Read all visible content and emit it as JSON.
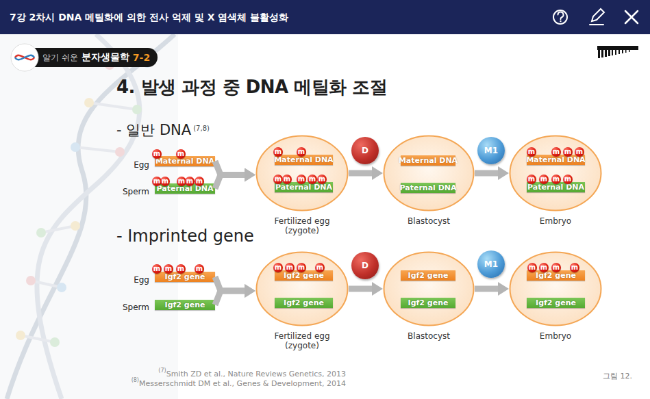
{
  "diagram": {
    "title": "4. 발생 과정 중 DNA 메틸화 조절",
    "nodes": [
      {
        "text": [
          "알기 쉬운",
          "분자생물학",
          "7-2"
        ]
      },
      {
        "text": [
          "Maternal DNA"
        ]
      },
      {
        "text": [
          "m"
        ]
      },
      {
        "text": [
          "m"
        ]
      },
      {
        "text": [
          "Paternal DNA"
        ]
      },
      {
        "text": [
          "m"
        ]
      },
      {
        "text": [
          "m"
        ]
      },
      {
        "text": [
          "m"
        ]
      },
      {
        "text": [
          "m"
        ]
      },
      {
        "text": [
          "m"
        ]
      },
      {
        "text": [
          "Fertilized egg (zygote)"
        ]
      },
      {
        "text": [
          "Maternal DNA"
        ],
        "in": 10
      },
      {
        "text": [
          "m"
        ],
        "in": 10
      },
      {
        "text": [
          "m"
        ],
        "in": 10
      },
      {
        "text": [
          "Paternal DNA"
        ],
        "in": 10
      },
      {
        "text": [
          "m"
        ],
        "in": 10
      },
      {
        "text": [
          "m"
        ],
        "in": 10
      },
      {
        "text": [
          "m"
        ],
        "in": 10
      },
      {
        "text": [
          "m"
        ],
        "in": 10
      },
      {
        "text": [
          "m"
        ],
        "in": 10
      },
      {
        "text": [
          "D"
        ]
      },
      {
        "text": [
          "Blastocyst"
        ]
      },
      {
        "text": [
          "Maternal DNA"
        ],
        "in": 21
      },
      {
        "text": [
          "Paternal DNA"
        ],
        "in": 21
      },
      {
        "text": [
          "M1"
        ]
      },
      {
        "text": [
          "Embryo"
        ]
      },
      {
        "text": [
          "Maternal DNA"
        ],
        "in": 25
      },
      {
        "text": [
          "m"
        ],
        "in": 25
      },
      {
        "text": [
          "m"
        ],
        "in": 25
      },
      {
        "text": [
          "m"
        ],
        "in": 25
      },
      {
        "text": [
          "m"
        ],
        "in": 25
      },
      {
        "text": [
          "Paternal DNA"
        ],
        "in": 25
      },
      {
        "text": [
          "m"
        ],
        "in": 25
      },
      {
        "text": [
          "m"
        ],
        "in": 25
      },
      {
        "text": [
          "m"
        ],
        "in": 25
      },
      {
        "text": [
          "m"
        ],
        "in": 25
      },
      {
        "text": [
          "Igf2 gene"
        ]
      },
      {
        "text": [
          "m"
        ]
      },
      {
        "text": [
          "m"
        ]
      },
      {
        "text": [
          "m"
        ]
      },
      {
        "text": [
          "m"
        ]
      },
      {
        "text": [
          "Igf2 gene"
        ]
      },
      {
        "text": [
          "Fertilized egg (zygote)"
        ]
      },
      {
        "text": [
          "Igf2 gene"
        ],
        "in": 42
      },
      {
        "text": [
          "m"
        ],
        "in": 42
      },
      {
        "text": [
          "m"
        ],
        "in": 42
      },
      {
        "text": [
          "m"
        ],
        "in": 42
      },
      {
        "text": [
          "m"
        ],
        "in": 42
      },
      {
        "text": [
          "Igf2 gene"
        ],
        "in": 42
      },
      {
        "text": [
          "D"
        ]
      },
      {
        "text": [
          "Blastocyst"
        ]
      },
      {
        "text": [
          "Igf2 gene"
        ],
        "in": 50
      },
      {
        "text": [
          "Igf2 gene"
        ],
        "in": 50
      },
      {
        "text": [
          "M1"
        ]
      },
      {
        "text": [
          "Embryo"
        ]
      },
      {
        "text": [
          "Igf2 gene"
        ],
        "in": 54
      },
      {
        "text": [
          "m"
        ],
        "in": 54
      },
      {
        "text": [
          "m"
        ],
        "in": 54
      },
      {
        "text": [
          "m"
        ],
        "in": 54
      },
      {
        "text": [
          "m"
        ],
        "in": 54
      },
      {
        "text": [
          "Igf2 gene"
        ],
        "in": 54
      }
    ],
    "edges": [
      {
        "from": 1,
        "to": 10,
        "arrow": "to"
      },
      {
        "from": 4,
        "to": 10,
        "arrow": "to"
      },
      {
        "from": 10,
        "to": 21,
        "arrow": "to"
      },
      {
        "from": 21,
        "to": 25,
        "arrow": "to"
      },
      {
        "from": 36,
        "to": 42,
        "arrow": "to"
      },
      {
        "from": 41,
        "to": 42,
        "arrow": "to"
      },
      {
        "from": 42,
        "to": 50,
        "arrow": "to"
      },
      {
        "from": 50,
        "to": 54,
        "arrow": "to"
      }
    ],
    "labels": [
      "7강 2차시 DNA 메틸화에 의한 전사 억제 및 X 염색체 불활성화",
      "- 일반 DNA",
      "(7,8)",
      "- Imprinted gene",
      "Egg",
      "Sperm",
      "Egg",
      "Sperm",
      "(7)",
      "Smith ZD et al., Nature Reviews Genetics, 2013",
      "(8)",
      "Messerschmidt DM et al., Genes & Development, 2014",
      "그림 12."
    ]
  }
}
